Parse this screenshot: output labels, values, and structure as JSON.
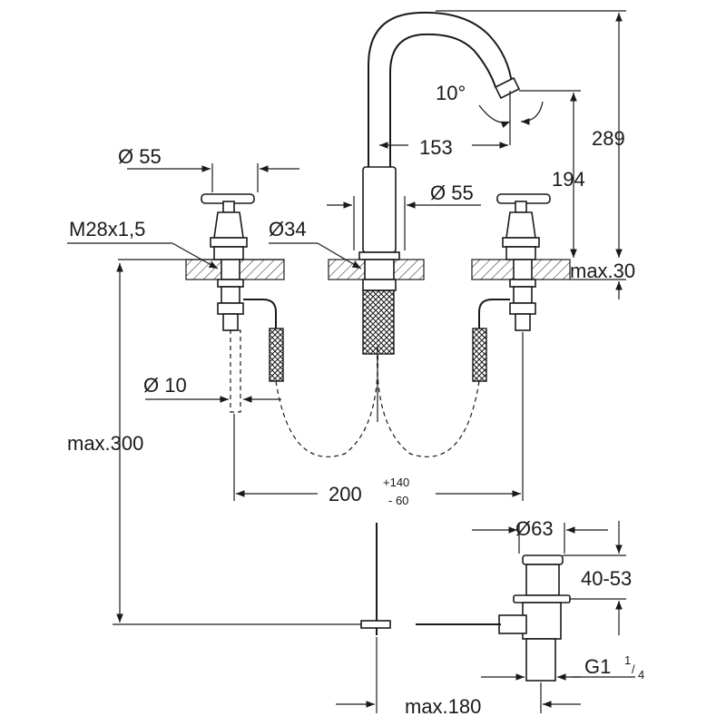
{
  "dimensions": {
    "angle": "10°",
    "spout_reach": "153",
    "total_height": "289",
    "spout_height": "194",
    "handle_diameter": "Ø 55",
    "thread": "M28x1,5",
    "spout_base_diameter": "Ø 55",
    "hole_diameter": "Ø34",
    "deck_thickness": "max.30",
    "hose_diameter": "Ø 10",
    "supply_length": "max.300",
    "center_distance": "200",
    "center_tol_plus": "+140",
    "center_tol_minus": "- 60",
    "drain_diameter": "Ø63",
    "drain_range": "40-53",
    "drain_thread_main": "G1",
    "drain_thread_num": "1",
    "drain_thread_den": "4",
    "rod_length": "max.180"
  }
}
